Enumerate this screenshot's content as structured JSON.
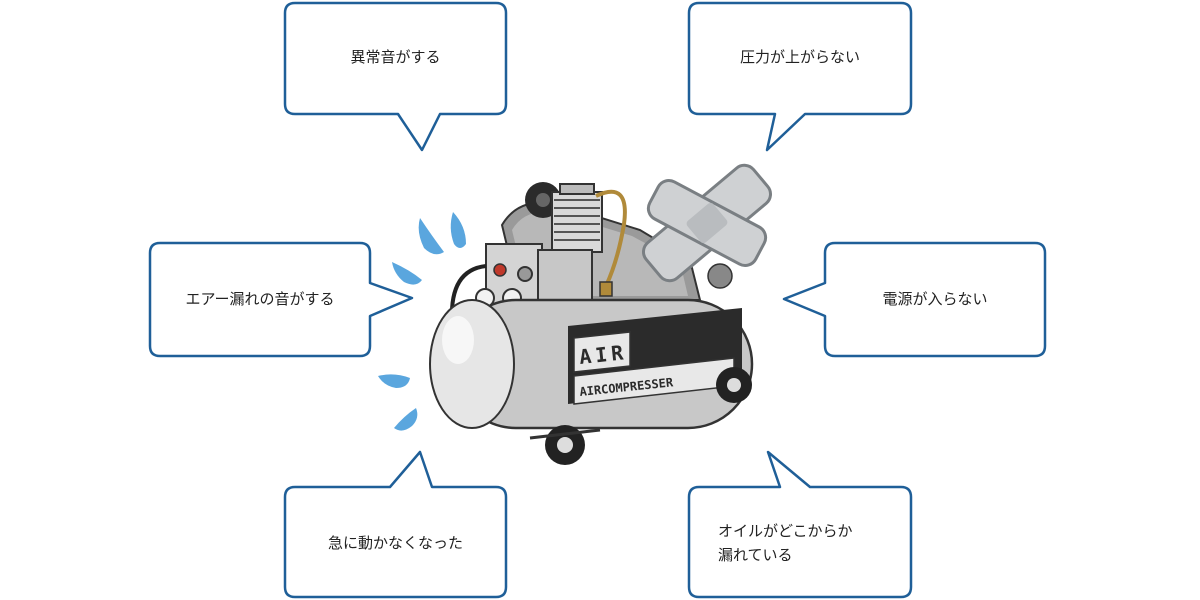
{
  "colors": {
    "bubble_border": "#1f5f98",
    "splash": "#5aa6de",
    "tank": "#c8c8c8",
    "band": "#2b2b2b",
    "bandage": "#cfd1d3"
  },
  "callouts": {
    "abnormal_noise": "異常音がする",
    "pressure_not_rising": "圧力が上がらない",
    "air_leak_sound": "エアー漏れの音がする",
    "power_not_on": "電源が入らない",
    "sudden_stop": "急に動かなくなった",
    "oil_leak_line1": "オイルがどこからか",
    "oil_leak_line2": "漏れている"
  },
  "compressor": {
    "tank_label_big": "AIR",
    "tank_label_small": "AIRCOMPRESSER"
  },
  "icons": [
    "compressor-illustration",
    "bandage-icon",
    "splash-icon"
  ]
}
